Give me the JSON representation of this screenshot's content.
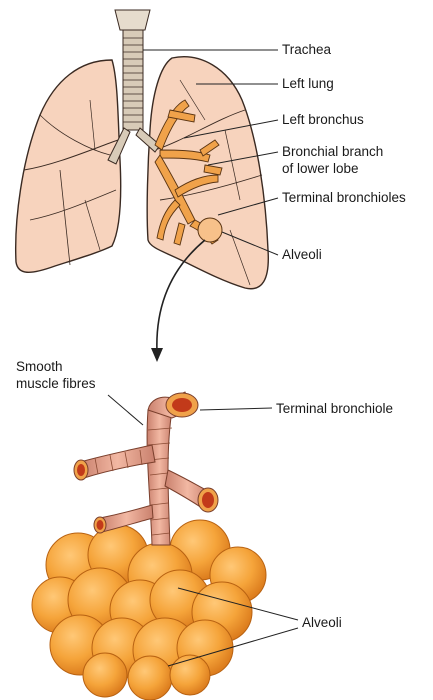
{
  "labels": {
    "trachea": "Trachea",
    "left_lung": "Left lung",
    "left_bronchus": "Left bronchus",
    "bronchial_branch_line1": "Bronchial branch",
    "bronchial_branch_line2": "of lower lobe",
    "terminal_bronchioles": "Terminal bronchioles",
    "alveoli_top": "Alveoli",
    "smooth_muscle_line1": "Smooth",
    "smooth_muscle_line2": "muscle fibres",
    "terminal_bronchiole": "Terminal bronchiole",
    "alveoli_bottom": "Alveoli"
  },
  "colors": {
    "lung_fill": "#f7d3bd",
    "lung_outline": "#3a2a22",
    "trachea_ring": "#d8cbb8",
    "bronchi": "#f0a24a",
    "bronchiole_pink": "#e9a58e",
    "alveolus": "#f5a43a",
    "alveolus_dark": "#d9781a",
    "leader_line": "#222222"
  }
}
